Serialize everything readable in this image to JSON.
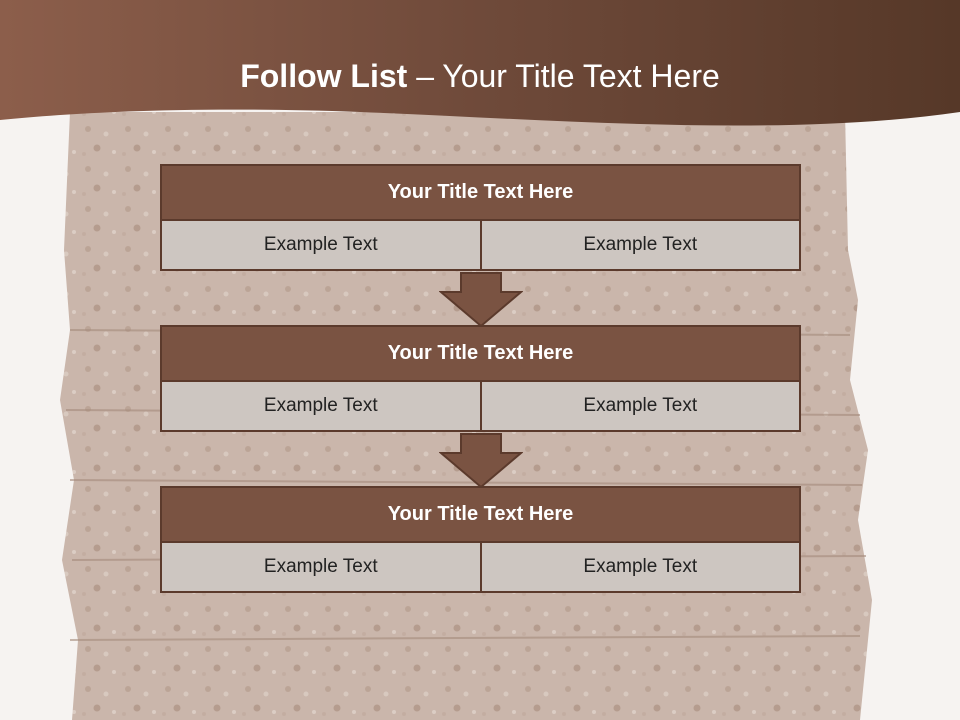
{
  "title": {
    "bold": "Follow List ",
    "rest": " – Your Title Text Here"
  },
  "blocks": [
    {
      "title": "Your Title Text Here",
      "left": "Example Text",
      "right": "Example Text"
    },
    {
      "title": "Your Title Text Here",
      "left": "Example Text",
      "right": "Example Text"
    },
    {
      "title": "Your Title Text Here",
      "left": "Example Text",
      "right": "Example Text"
    }
  ],
  "colors": {
    "header": "#7b5444",
    "title_fill": "#7a5342",
    "cell_fill": "#cdc6c1",
    "border": "#5b3a2c"
  }
}
